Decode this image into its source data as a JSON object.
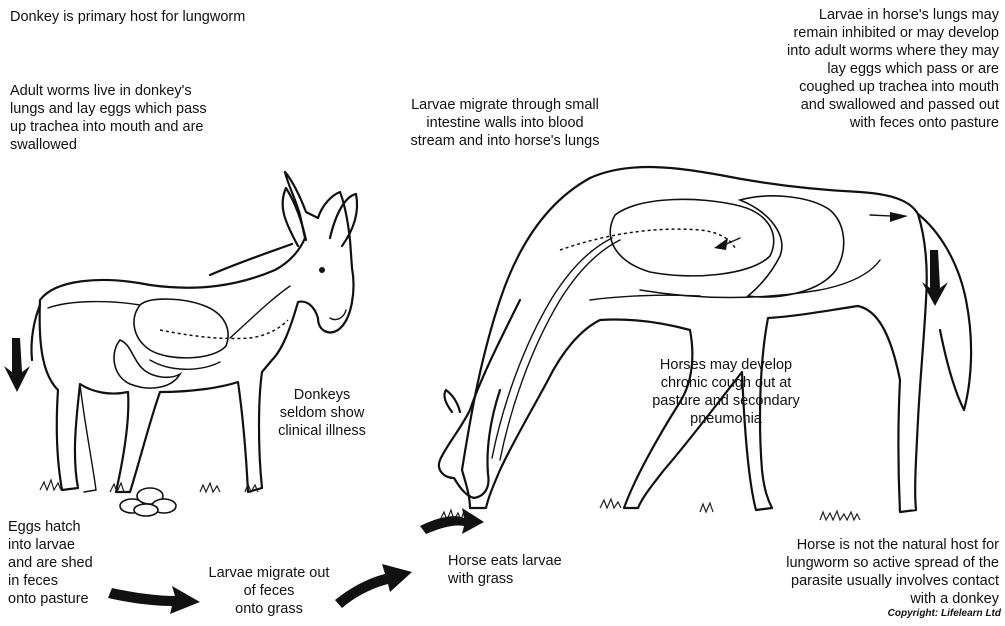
{
  "captions": {
    "donkey_primary_host": "Donkey is primary host for lungworm",
    "adult_worms_donkey": "Adult worms live in donkey's\nlungs and lay eggs which pass\nup trachea into mouth and are\nswallowed",
    "larvae_migrate_intestine": "Larvae migrate through small\nintestine walls into blood\nstream and into horse's lungs",
    "larvae_horse_lungs": "Larvae in horse's lungs may\nremain inhibited or may develop\ninto adult worms where they may\nlay eggs which pass or are\ncoughed up trachea into mouth\nand swallowed and passed out\nwith feces onto pasture",
    "donkeys_seldom": "Donkeys\nseldom show\nclinical illness",
    "horses_chronic_cough": "Horses may develop\nchronic cough out at\npasture and secondary\npneumonia",
    "eggs_hatch": "Eggs hatch\ninto larvae\nand are shed\nin feces\nonto pasture",
    "larvae_out_of_feces": "Larvae migrate out\nof feces\nonto grass",
    "horse_eats_larvae": "Horse eats larvae\nwith grass",
    "horse_not_natural_host": "Horse is not the natural host for\nlungworm so active spread of the\nparasite usually involves contact\nwith a donkey"
  },
  "copyright": "Copyright: Lifelearn Ltd"
}
